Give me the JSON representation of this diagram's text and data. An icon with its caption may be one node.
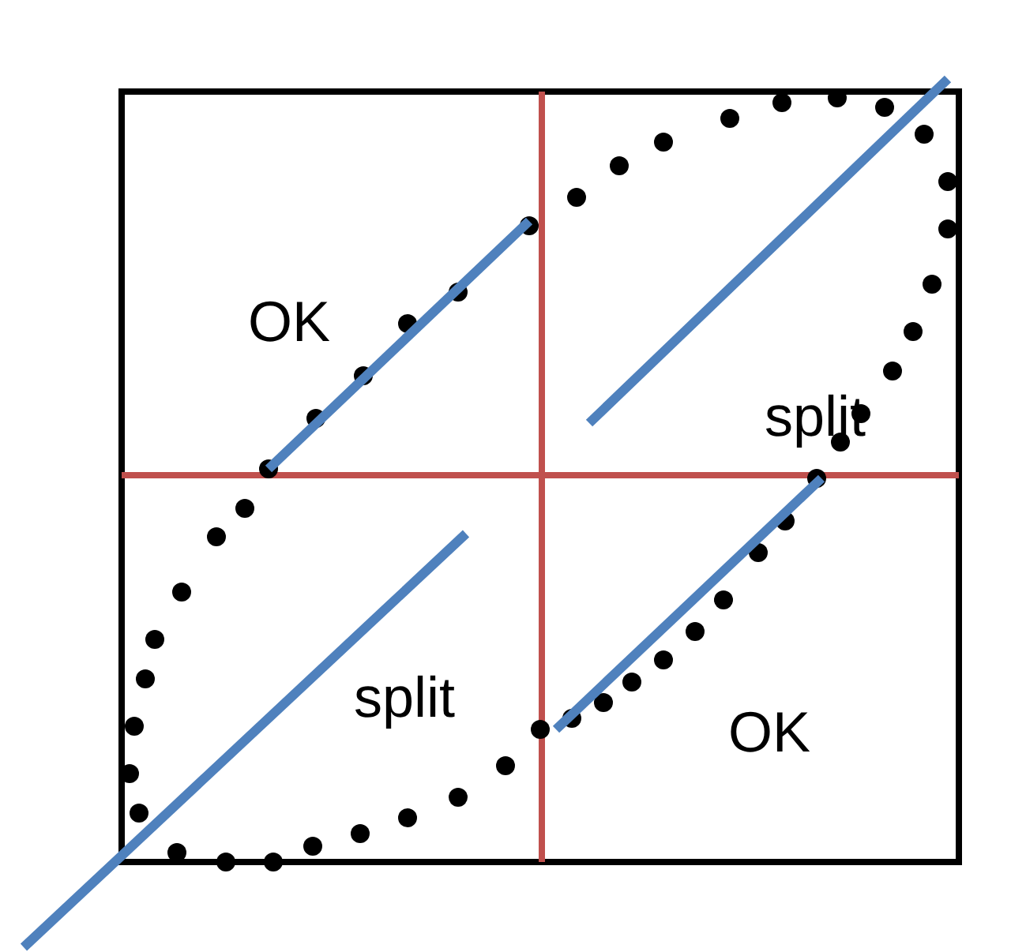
{
  "diagram": {
    "labels": [
      "OK",
      "split",
      "split",
      "OK"
    ]
  }
}
